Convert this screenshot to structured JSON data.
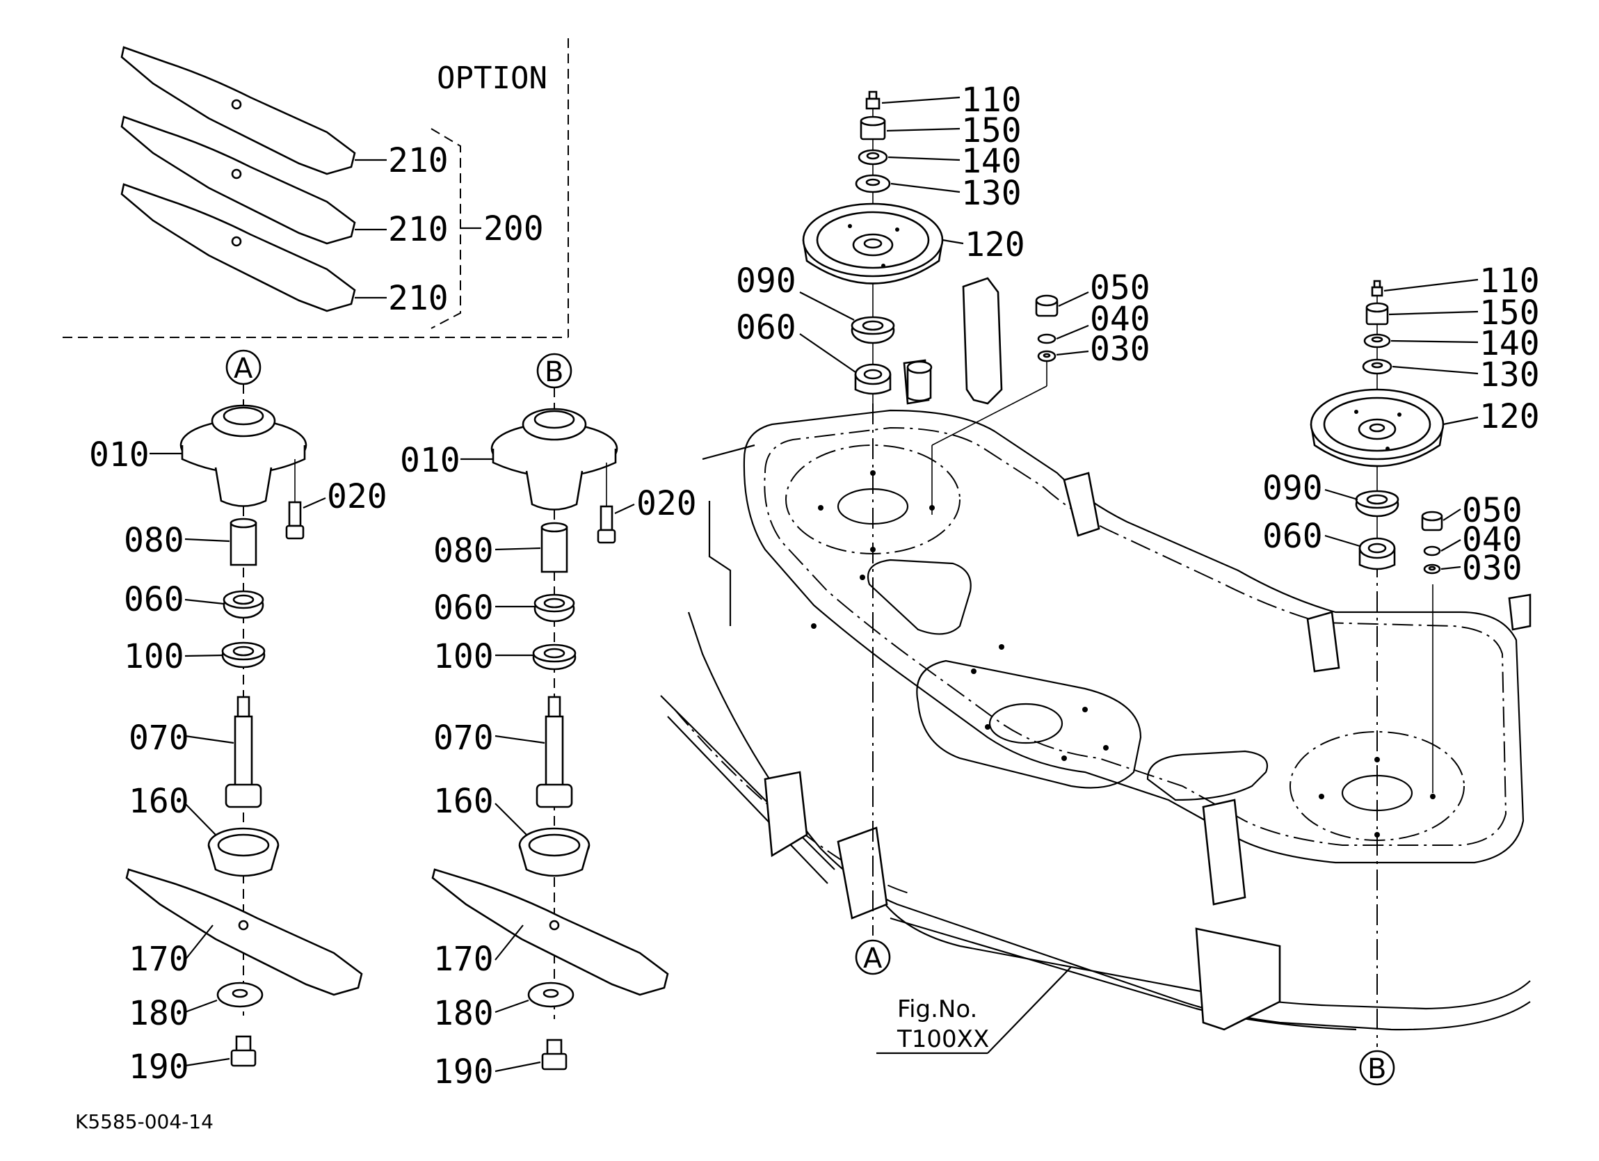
{
  "option": {
    "title": "OPTION",
    "labels": {
      "blade_1": "210",
      "blade_2": "210",
      "blade_3": "210",
      "kit": "200"
    }
  },
  "assembly_a": {
    "marker": "A",
    "labels": {
      "housing": "010",
      "bolt": "020",
      "spacer": "080",
      "bearing": "060",
      "seal": "100",
      "shaft": "070",
      "cup": "160",
      "blade": "170",
      "washer": "180",
      "nut": "190"
    }
  },
  "assembly_b": {
    "marker": "B",
    "labels": {
      "housing": "010",
      "bolt": "020",
      "spacer": "080",
      "bearing": "060",
      "seal": "100",
      "shaft": "070",
      "cup": "160",
      "blade": "170",
      "washer": "180",
      "nut": "190"
    }
  },
  "pulley_left": {
    "labels": {
      "fitting": "110",
      "nut": "150",
      "lock_washer": "140",
      "washer": "130",
      "pulley": "120",
      "seal": "090",
      "bearing": "060",
      "hw_nut": "050",
      "hw_lock": "040",
      "hw_washer": "030"
    }
  },
  "pulley_right": {
    "labels": {
      "fitting": "110",
      "nut": "150",
      "lock_washer": "140",
      "washer": "130",
      "pulley": "120",
      "seal": "090",
      "bearing": "060",
      "hw_nut": "050",
      "hw_lock": "040",
      "hw_washer": "030"
    }
  },
  "deck": {
    "marker_a": "A",
    "marker_b": "B",
    "fig_line1": "Fig.No.",
    "fig_line2": "T100XX"
  },
  "footer": {
    "code": "K5585-004-14"
  }
}
